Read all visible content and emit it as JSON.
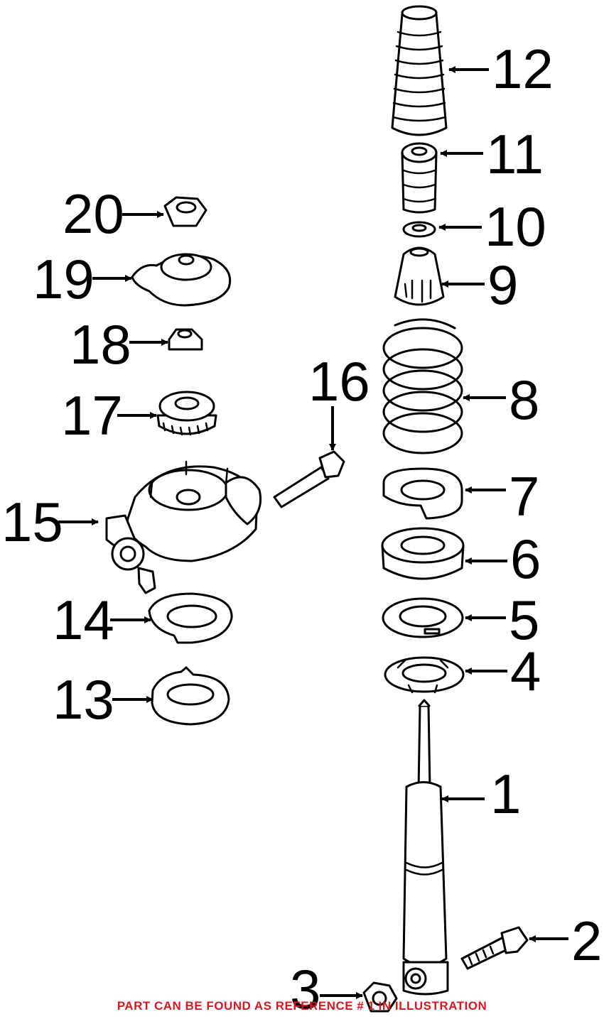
{
  "callouts": {
    "c1": "1",
    "c2": "2",
    "c3": "3",
    "c4": "4",
    "c5": "5",
    "c6": "6",
    "c7": "7",
    "c8": "8",
    "c9": "9",
    "c10": "10",
    "c11": "11",
    "c12": "12",
    "c13": "13",
    "c14": "14",
    "c15": "15",
    "c16": "16",
    "c17": "17",
    "c18": "18",
    "c19": "19",
    "c20": "20"
  },
  "footer_note": "PART CAN BE FOUND AS REFERENCE # 1 IN ILLUSTRATION",
  "colors": {
    "line": "#000000",
    "background": "#ffffff",
    "note": "#e0141c"
  }
}
